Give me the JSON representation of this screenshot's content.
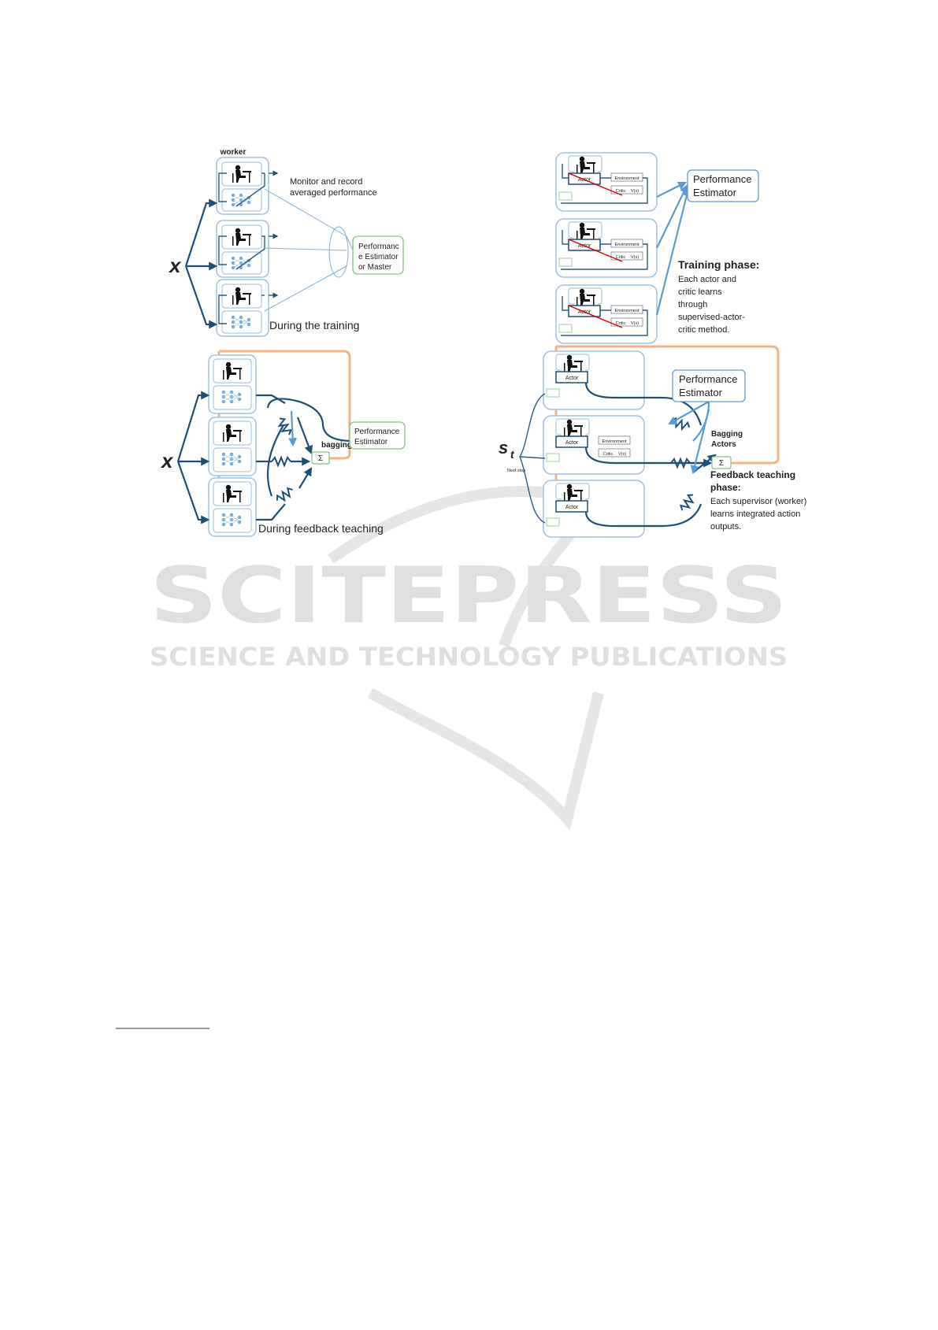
{
  "watermark": {
    "main": "SCITEPRESS",
    "sub": "SCIENCE AND TECHNOLOGY PUBLICATIONS"
  },
  "left_figure": {
    "worker_label": "worker",
    "input_symbol_top": "x",
    "input_symbol_bottom": "x",
    "monitor_line1": "Monitor and record",
    "monitor_line2": "averaged performance",
    "estimator_top_line1": "Performanc",
    "estimator_top_line2": "e Estimator",
    "estimator_top_line3": "or Master",
    "caption_training": "During the training",
    "bagging_label": "bagging",
    "sum_symbol": "Σ",
    "estimator_bottom_line1": "Performance",
    "estimator_bottom_line2": "Estimator",
    "caption_feedback": "During feedback teaching"
  },
  "right_figure": {
    "estimator_top_line1": "Performance",
    "estimator_top_line2": "Estimator",
    "training_title": "Training phase:",
    "training_desc": [
      "Each actor and",
      "critic learns",
      "through",
      "supervised-actor-",
      "critic method."
    ],
    "estimator_bottom_line1": "Performance",
    "estimator_bottom_line2": "Estimator",
    "state_symbol": "s",
    "state_subscript": "t",
    "next_step_label": "Next step",
    "bagging_line1": "Bagging",
    "bagging_line2": "Actors",
    "sum_symbol": "Σ",
    "feedback_title_line1": "Feedback teaching",
    "feedback_title_line2": "phase:",
    "feedback_desc": [
      "Each supervisor (worker)",
      "learns integrated action",
      "outputs."
    ],
    "actor_label": "Actor",
    "environment_label": "Environment",
    "critic_label": "Critic",
    "critic_value": "V(x)"
  }
}
